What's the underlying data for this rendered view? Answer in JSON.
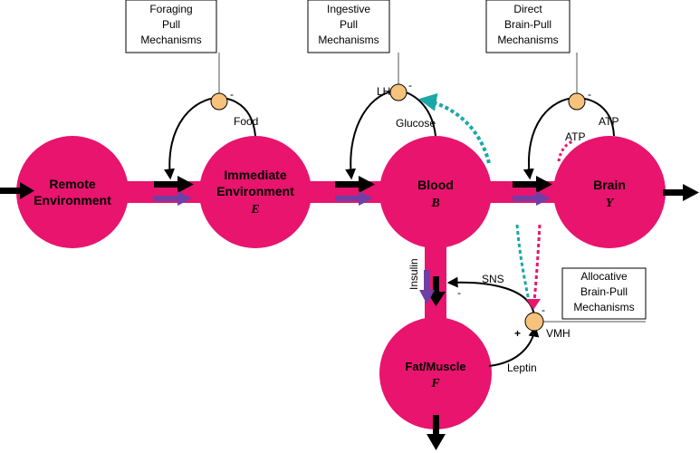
{
  "colors": {
    "node": "#e8146e",
    "pipe": "#e8146e",
    "control_node": "#f7c27b",
    "purple_arrow": "#6f3fa5",
    "teal_dash": "#1aa7a7",
    "pink_dash": "#e8146e"
  },
  "nodes": {
    "remote": {
      "line1": "Remote",
      "line2": "Environment"
    },
    "immediate": {
      "line1": "Immediate",
      "line2": "Environment",
      "symbol": "E"
    },
    "blood": {
      "line1": "Blood",
      "symbol": "B"
    },
    "brain": {
      "line1": "Brain",
      "symbol": "Y"
    },
    "fat": {
      "line1": "Fat/Muscle",
      "symbol": "F"
    }
  },
  "boxes": {
    "foraging": [
      "Foraging",
      "Pull",
      "Mechanisms"
    ],
    "ingestive": [
      "Ingestive",
      "Pull",
      "Mechanisms"
    ],
    "direct": [
      "Direct",
      "Brain-Pull",
      "Mechanisms"
    ],
    "allocative": [
      "Allocative",
      "Brain-Pull",
      "Mechanisms"
    ]
  },
  "labels": {
    "food": "Food",
    "lh": "LH",
    "glucose": "Glucose",
    "atp1": "ATP",
    "atp2": "ATP",
    "sns": "SNS",
    "insulin": "Insulin",
    "vmh": "VMH",
    "leptin": "Leptin"
  },
  "signs": {
    "minus": "-",
    "plus": "+"
  }
}
